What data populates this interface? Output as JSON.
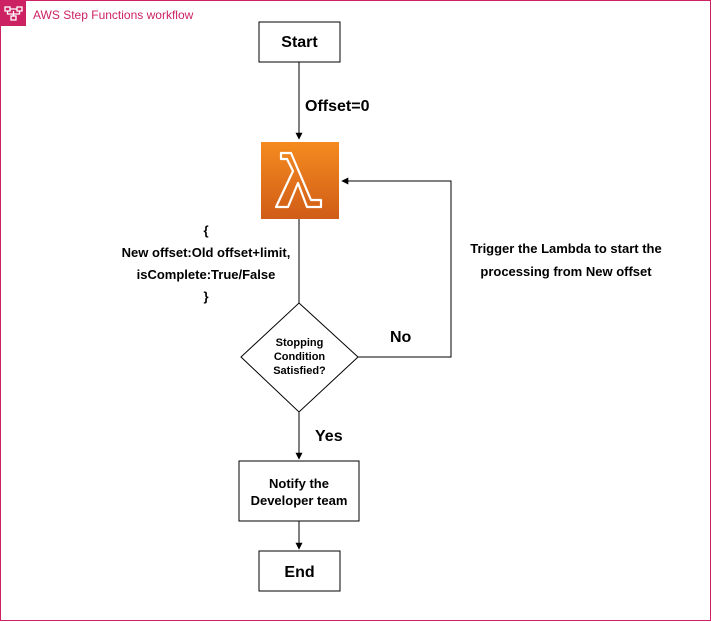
{
  "group": {
    "title": "AWS Step Functions workflow",
    "accent_color": "#cc2264",
    "icon": "step-functions-icon"
  },
  "nodes": {
    "start": "Start",
    "lambda": {
      "glyph": "λ",
      "icon": "lambda-icon",
      "color_top": "#f58b1f",
      "color_bottom": "#d05c17"
    },
    "decision": {
      "line1": "Stopping",
      "line2": "Condition",
      "line3": "Satisfied?"
    },
    "notify": {
      "line1": "Notify the",
      "line2": "Developer team"
    },
    "end": "End"
  },
  "edge_labels": {
    "offset": "Offset=0",
    "no": "No",
    "yes": "Yes",
    "trigger_line1": "Trigger the Lambda to start the",
    "trigger_line2": "processing from New offset"
  },
  "lambda_output": {
    "open": "{",
    "line1": "New offset:Old offset+limit,",
    "line2": "isComplete:True/False",
    "close": "}"
  }
}
